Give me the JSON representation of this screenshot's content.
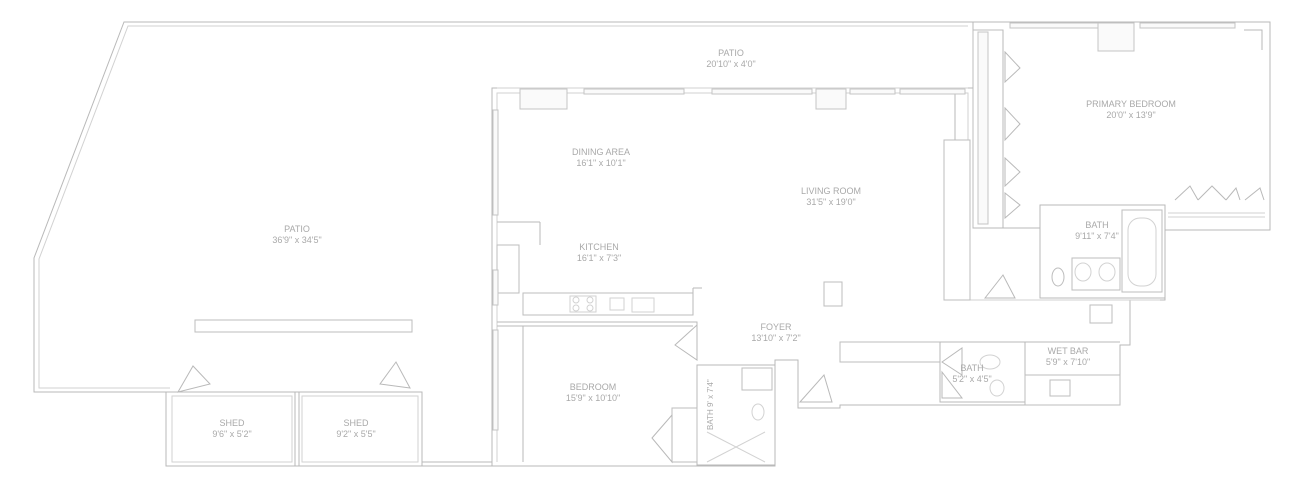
{
  "rooms": {
    "patio_top": {
      "name": "PATIO",
      "dims": "20'10\" x 4'0\""
    },
    "patio_main": {
      "name": "PATIO",
      "dims": "36'9\" x 34'5\""
    },
    "dining_area": {
      "name": "DINING AREA",
      "dims": "16'1\" x 10'1\""
    },
    "living_room": {
      "name": "LIVING ROOM",
      "dims": "31'5\" x 19'0\""
    },
    "kitchen": {
      "name": "KITCHEN",
      "dims": "16'1\" x 7'3\""
    },
    "primary_bedroom": {
      "name": "PRIMARY BEDROOM",
      "dims": "20'0\" x 13'9\""
    },
    "primary_bath": {
      "name": "BATH",
      "dims": "9'11\" x 7'4\""
    },
    "foyer": {
      "name": "FOYER",
      "dims": "13'10\" x 7'2\""
    },
    "wet_bar": {
      "name": "WET BAR",
      "dims": "5'9\" x 7'10\""
    },
    "half_bath": {
      "name": "BATH",
      "dims": "5'2\" x 4'5\""
    },
    "bedroom": {
      "name": "BEDROOM",
      "dims": "15'9\" x 10'10\""
    },
    "bath_small": {
      "name": "BATH",
      "dims": "9' x 7'4\""
    },
    "shed_left": {
      "name": "SHED",
      "dims": "9'6\" x 5'2\""
    },
    "shed_right": {
      "name": "SHED",
      "dims": "9'2\" x 5'5\""
    }
  }
}
